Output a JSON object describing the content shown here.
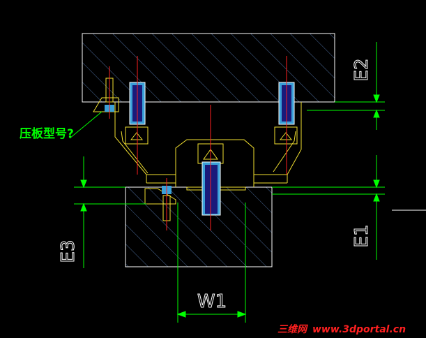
{
  "labels": {
    "E2": "E2",
    "E1": "E1",
    "E3": "E3",
    "W1": "W1",
    "clamp_callout": "压板型号?"
  },
  "watermark": {
    "text_cn": "三维网",
    "text_url": "www.3dportal.cn"
  },
  "colors": {
    "background": "#000000",
    "outline": "#ffffff",
    "dimension": "#00ff00",
    "hatch": "#4a6a9a",
    "centerline": "#ff2020",
    "clamp_yellow": "#f2e030",
    "bolt_head": "#3aa0d8",
    "bolt_shank": "#1a1a7a"
  }
}
